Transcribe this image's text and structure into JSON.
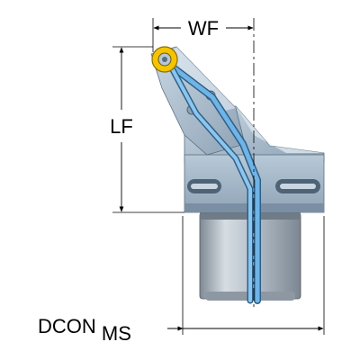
{
  "dimensions": {
    "wf": "WF",
    "lf": "LF",
    "dcon_main": "DCON",
    "dcon_sub": "MS"
  },
  "colors": {
    "body": "#9fb3c4",
    "body_light": "#c8d6e2",
    "body_dark": "#6f8598",
    "shank": "#b9c3cc",
    "shank_dark": "#8d98a3",
    "coolant": "#6fb4e6",
    "insert": "#f5c400",
    "line": "#000000"
  }
}
